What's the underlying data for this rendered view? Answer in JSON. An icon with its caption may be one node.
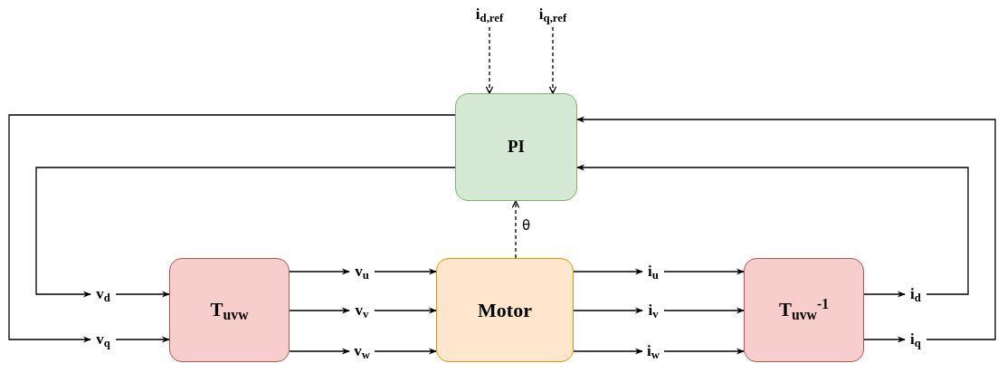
{
  "diagram": {
    "nodes": [
      {
        "text": [
          "i$_{d,ref}$"
        ]
      },
      {
        "text": [
          "i$_{q,ref}$"
        ]
      },
      {
        "text": [
          "PI"
        ]
      },
      {
        "text": [
          "T$_{uvw}$"
        ]
      },
      {
        "text": [
          "Motor"
        ]
      },
      {
        "text": [
          "T$_{uvw}$$^{-1}$"
        ]
      },
      {
        "text": [
          "v$_{d}$"
        ]
      },
      {
        "text": [
          "v$_{q}$"
        ]
      },
      {
        "text": [
          "v$_{u}$"
        ]
      },
      {
        "text": [
          "v$_{v}$"
        ]
      },
      {
        "text": [
          "v$_{w}$"
        ]
      },
      {
        "text": [
          "i$_{u}$"
        ]
      },
      {
        "text": [
          "i$_{v}$"
        ]
      },
      {
        "text": [
          "i$_{w}$"
        ]
      },
      {
        "text": [
          "i$_{d}$"
        ]
      },
      {
        "text": [
          "i$_{q}$"
        ]
      }
    ],
    "edges": [
      {
        "from": 0,
        "to": 2,
        "arrow": "to",
        "style": "dashed"
      },
      {
        "from": 1,
        "to": 2,
        "arrow": "to",
        "style": "dashed"
      },
      {
        "from": 4,
        "to": 2,
        "arrow": "to",
        "style": "dashed",
        "label": "θ"
      },
      {
        "from": 2,
        "to": 7,
        "arrow": "to"
      },
      {
        "from": 2,
        "to": 6,
        "arrow": "to"
      },
      {
        "from": 6,
        "to": 3,
        "arrow": "to"
      },
      {
        "from": 7,
        "to": 3,
        "arrow": "to"
      },
      {
        "from": 3,
        "to": 8,
        "arrow": "to"
      },
      {
        "from": 3,
        "to": 9,
        "arrow": "to"
      },
      {
        "from": 3,
        "to": 10,
        "arrow": "to"
      },
      {
        "from": 8,
        "to": 4,
        "arrow": "to"
      },
      {
        "from": 9,
        "to": 4,
        "arrow": "to"
      },
      {
        "from": 10,
        "to": 4,
        "arrow": "to"
      },
      {
        "from": 4,
        "to": 11,
        "arrow": "to"
      },
      {
        "from": 4,
        "to": 12,
        "arrow": "to"
      },
      {
        "from": 4,
        "to": 13,
        "arrow": "to"
      },
      {
        "from": 11,
        "to": 5,
        "arrow": "to"
      },
      {
        "from": 12,
        "to": 5,
        "arrow": "to"
      },
      {
        "from": 13,
        "to": 5,
        "arrow": "to"
      },
      {
        "from": 5,
        "to": 14,
        "arrow": "to"
      },
      {
        "from": 5,
        "to": 15,
        "arrow": "to"
      },
      {
        "from": 14,
        "to": 2,
        "arrow": "to"
      },
      {
        "from": 15,
        "to": 2,
        "arrow": "to"
      }
    ]
  }
}
